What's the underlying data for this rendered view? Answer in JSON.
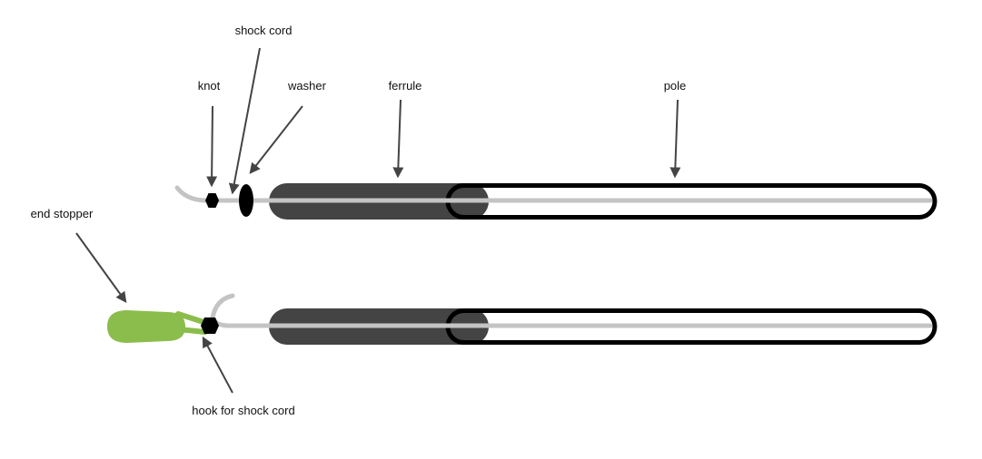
{
  "labels": {
    "shock_cord": "shock cord",
    "knot": "knot",
    "washer": "washer",
    "ferrule": "ferrule",
    "pole": "pole",
    "end_stopper": "end stopper",
    "hook": "hook for shock cord"
  },
  "colors": {
    "cord": "#c4c4c4",
    "ferrule": "#444444",
    "pole_outline": "#000000",
    "pole_fill": "#ffffff",
    "knot": "#000000",
    "washer": "#000000",
    "end_stopper": "#8bbd4c",
    "arrow": "#444444"
  }
}
